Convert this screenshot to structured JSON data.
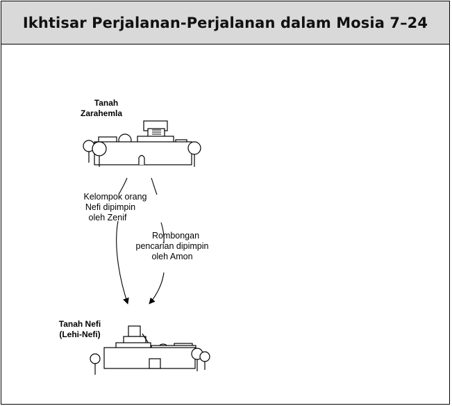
{
  "title": "Ikhtisar Perjalanan-Perjalanan dalam Mosia 7–24",
  "locations": {
    "zarahemla": {
      "line1": "Tanah",
      "line2": "Zarahemla"
    },
    "nephi": {
      "line1": "Tanah Nefi",
      "line2": "(Lehi-Nefi)"
    }
  },
  "journeys": [
    {
      "lines": [
        "Kelompok orang",
        "Nefi dipimpin",
        "oleh Zenif"
      ]
    },
    {
      "lines": [
        "Rombongan",
        "pencarian dipimpin",
        "oleh Amon"
      ]
    }
  ]
}
